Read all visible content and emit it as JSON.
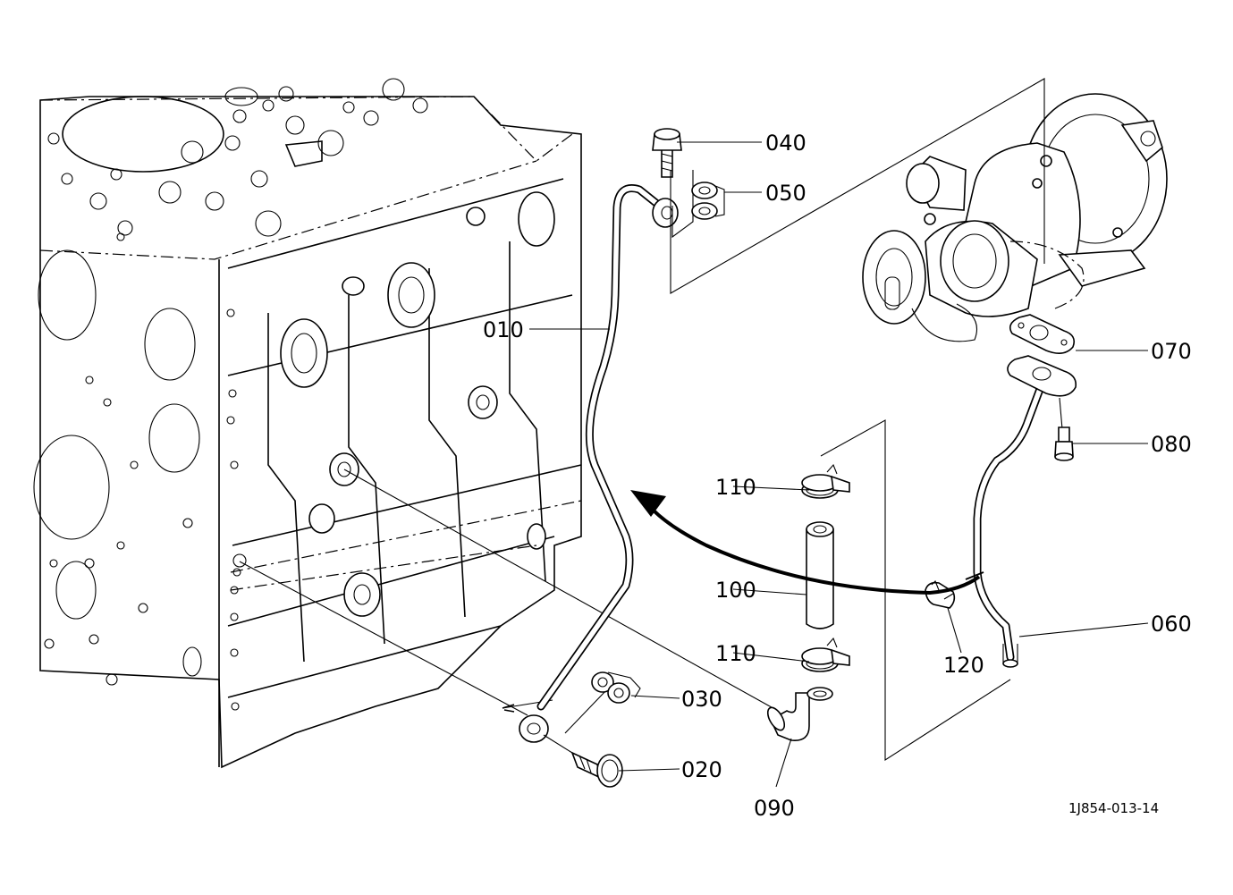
{
  "drawing_code": "1J854-013-14",
  "callouts": {
    "oil_pipe_main": "010",
    "banjo_bolt_lower": "020",
    "gasket_lower": "030",
    "banjo_bolt_upper": "040",
    "gasket_upper": "050",
    "return_pipe": "060",
    "flange_gasket": "070",
    "flange_bolt": "080",
    "elbow_hose": "090",
    "hose": "100",
    "clamp_upper": "110",
    "clamp_lower": "110",
    "pipe_clip": "120"
  }
}
